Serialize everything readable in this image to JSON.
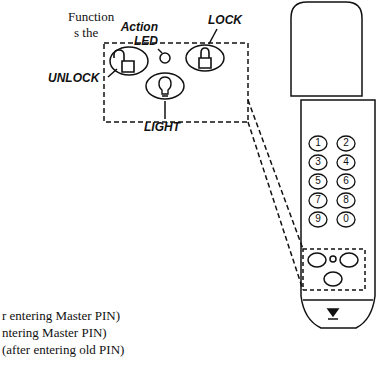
{
  "diagram": {
    "nodes": [
      {
        "text": [
          "1"
        ]
      },
      {
        "text": [
          "2"
        ]
      },
      {
        "text": [
          "3"
        ]
      },
      {
        "text": [
          "4"
        ]
      },
      {
        "text": [
          "5"
        ]
      },
      {
        "text": [
          "6"
        ]
      },
      {
        "text": [
          "7"
        ]
      },
      {
        "text": [
          "8"
        ]
      },
      {
        "text": [
          "9"
        ]
      },
      {
        "text": [
          "0"
        ]
      }
    ],
    "labels": [
      "Function",
      "s the",
      "Action LED",
      "LOCK",
      "UNLOCK",
      "LIGHT",
      "r entering Master PIN)",
      "ntering Master PIN)",
      "(after entering old PIN)"
    ]
  }
}
